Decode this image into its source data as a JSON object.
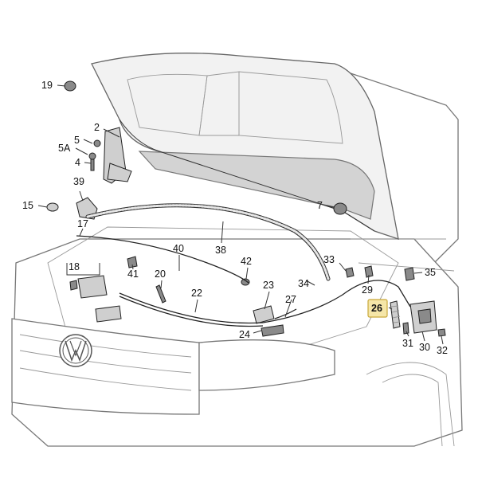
{
  "diagram": {
    "labels": {
      "p19": "19",
      "p2": "2",
      "p5": "5",
      "p5a": "5A",
      "p4": "4",
      "p39": "39",
      "p15": "15",
      "p7": "7",
      "p17": "17",
      "p40": "40",
      "p38": "38",
      "p42": "42",
      "p33": "33",
      "p35": "35",
      "p18": "18",
      "p41": "41",
      "p20": "20",
      "p22": "22",
      "p23": "23",
      "p34": "34",
      "p29": "29",
      "p27": "27",
      "p26": "26",
      "p24": "24",
      "p31": "31",
      "p30": "30",
      "p32": "32"
    },
    "highlight_color": "#f5e6a8",
    "highlighted_part": "26"
  }
}
